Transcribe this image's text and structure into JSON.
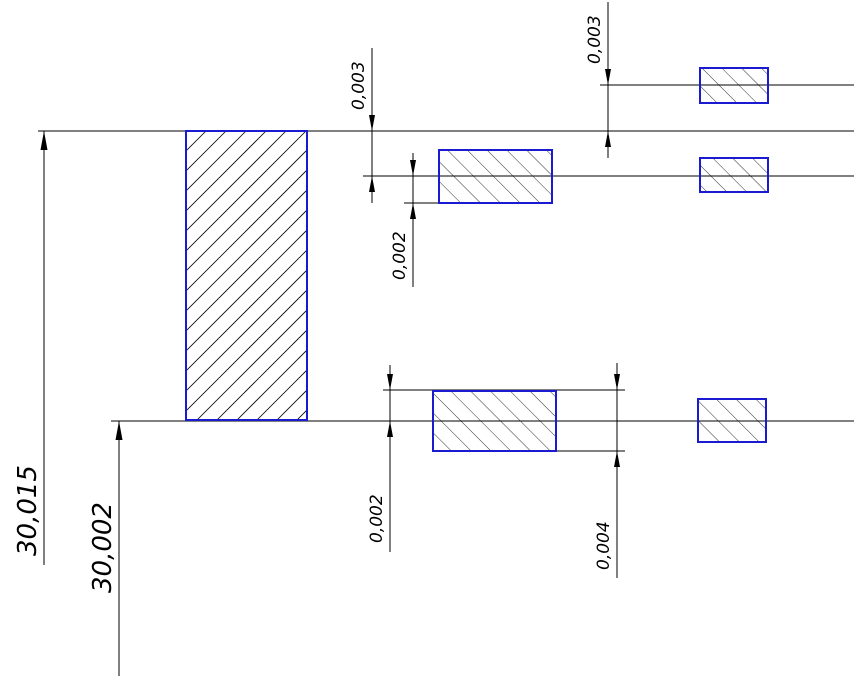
{
  "drawing": {
    "line_color": "#000000",
    "outline_color": "#1a1ad0",
    "background": "#ffffff",
    "dimensions": {
      "total_upper": "30,015",
      "total_lower": "30,002",
      "top_right_gap": "0,003",
      "upper_mid_gap": "0,003",
      "upper_mid_tol": "0,002",
      "lower_mid_tol_left": "0,002",
      "lower_mid_tol_right": "0,004"
    }
  }
}
